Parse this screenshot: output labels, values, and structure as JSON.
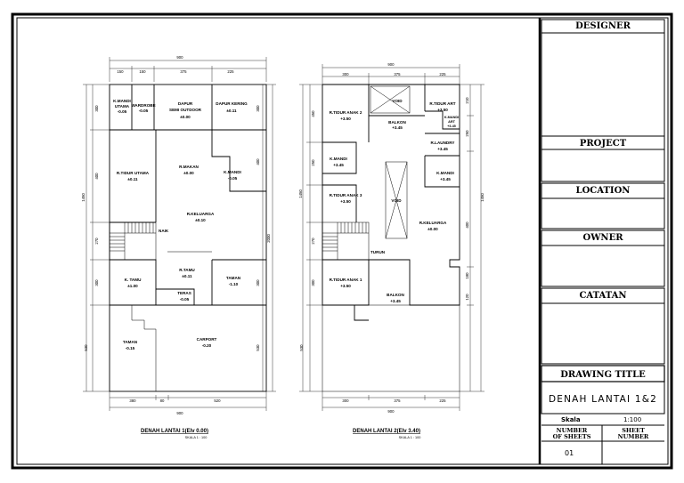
{
  "title_block": {
    "designer_label": "DESIGNER",
    "project_label": "PROJECT",
    "location_label": "LOCATION",
    "owner_label": "OWNER",
    "notes_label": "CATATAN",
    "drawing_title_label": "DRAWING TITLE",
    "drawing_title_value": "DENAH LANTAI 1&2",
    "scale_label": "Skala",
    "scale_value": "1:100",
    "number_of_sheets_label_1": "NUMBER",
    "number_of_sheets_label_2": "OF SHEETS",
    "sheet_number_label_1": "SHEET",
    "sheet_number_label_2": "NUMBER",
    "number_of_sheets_value": "01"
  },
  "plan1": {
    "title": "DENAH LANTAI 1(Elv 0.00)",
    "scale": "SKALA 1 : 100",
    "dims_top": {
      "total": "900",
      "d1": "150",
      "d2": "150",
      "d3": "375",
      "d4": "225"
    },
    "dims_bottom": {
      "total": "900",
      "d1": "380",
      "d2": "80",
      "d3": "520"
    },
    "dims_left": {
      "total": "1450",
      "d1": "300",
      "d2": "400",
      "d3": "270",
      "d4": "300",
      "d5": "530"
    },
    "dims_right": {
      "total": "2000",
      "d1": "300",
      "d2": "400",
      "d3": "300",
      "d4": "530"
    },
    "rooms": [
      {
        "name": "K.MANDI",
        "sub": "UTAMA",
        "elev": "-0.05"
      },
      {
        "name": "WARDROBE",
        "elev": "-0.05"
      },
      {
        "name": "DAPUR",
        "sub": "SEMI OUTDOOR",
        "elev": "±0.00"
      },
      {
        "name": "DAPUR KERING",
        "elev": "±0.11"
      },
      {
        "name": "R.TIDUR UTAMA",
        "elev": "±0.11"
      },
      {
        "name": "R.MAKAN",
        "elev": "±0.00"
      },
      {
        "name": "K.MANDI",
        "elev": "-0.05"
      },
      {
        "name": "R.KELUARGA",
        "elev": "±0.10"
      },
      {
        "name": "R.TAMU",
        "elev": "±0.11"
      },
      {
        "name": "K. TAMU",
        "elev": "±1.00"
      },
      {
        "name": "TAMAN",
        "elev": "-1.10"
      },
      {
        "name": "TERAS",
        "elev": "-0.05"
      },
      {
        "name": "TAMAN",
        "elev": "-0.15"
      },
      {
        "name": "CARPORT",
        "elev": "-0.20"
      },
      {
        "name": "NAIK"
      }
    ]
  },
  "plan2": {
    "title": "DENAH LANTAI 2(Elv 3.40)",
    "scale": "SKALA 1 : 100",
    "dims_top": {
      "total": "900",
      "d1": "300",
      "d2": "375",
      "d3": "225"
    },
    "dims_bottom": {
      "total": "900",
      "d1": "300",
      "d2": "375",
      "d3": "225"
    },
    "dims_left": {
      "total": "1450",
      "d1": "450",
      "d2": "250",
      "d3": "270",
      "d4": "300",
      "d5": "530"
    },
    "dims_right": {
      "total": "1450",
      "d1": "210",
      "d2": "250",
      "d3": "400",
      "d4": "180",
      "d5": "120"
    },
    "rooms": [
      {
        "name": "R.TIDUR ANAK 2",
        "elev": "+3.50"
      },
      {
        "name": "VOID"
      },
      {
        "name": "BALKON",
        "elev": "+3.45"
      },
      {
        "name": "R.TIDUR ART",
        "elev": "+3.50"
      },
      {
        "name": "K.MANDI",
        "sub": "ART",
        "elev": "+3.45"
      },
      {
        "name": "R.LAUNDRY",
        "elev": "+3.45"
      },
      {
        "name": "K.MANDI",
        "elev": "+3.45"
      },
      {
        "name": "K.MANDI",
        "elev": "+3.45"
      },
      {
        "name": "R.TIDUR ANAK 3",
        "elev": "+3.50"
      },
      {
        "name": "VOID"
      },
      {
        "name": "R.KELUARGA",
        "elev": "±0.00"
      },
      {
        "name": "R.TIDUR ANAK 1",
        "elev": "+3.50"
      },
      {
        "name": "BALKON",
        "elev": "+3.45"
      },
      {
        "name": "TURUN"
      }
    ]
  }
}
